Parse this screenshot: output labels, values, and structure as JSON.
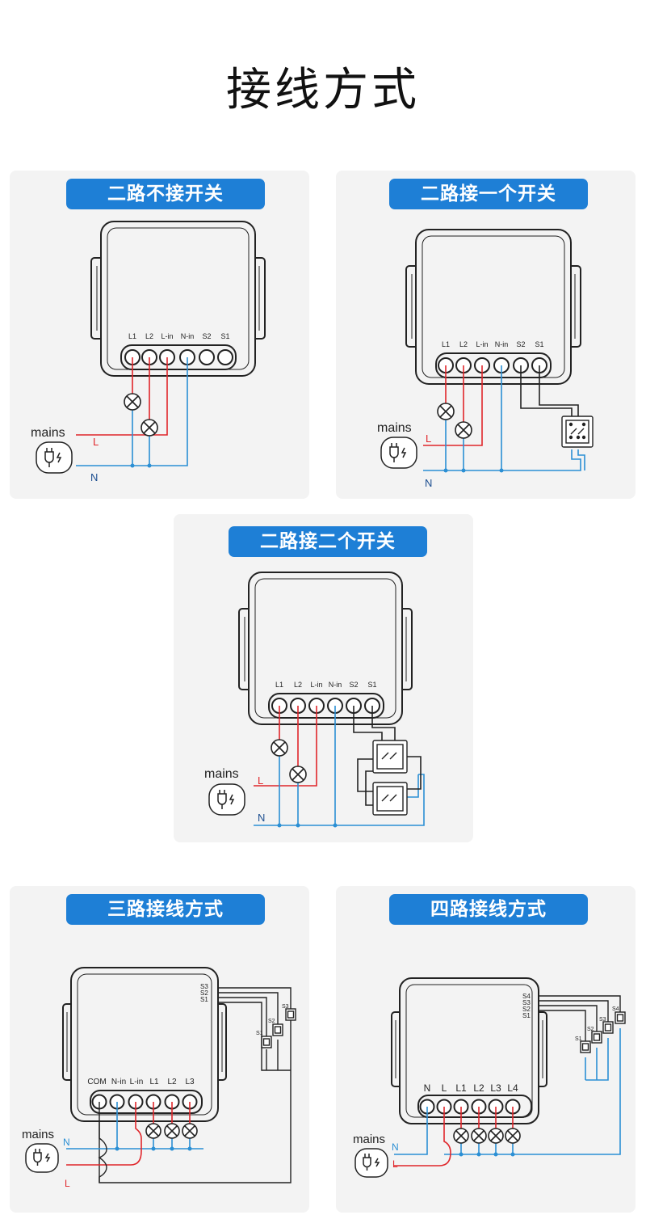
{
  "page_title": "接线方式",
  "panels": [
    {
      "title": "二路不接开关",
      "terminals": [
        "L1",
        "L2",
        "L-in",
        "N-in",
        "S2",
        "S1"
      ],
      "mains_label": "mains",
      "live_label": "L",
      "neutral_label": "N"
    },
    {
      "title": "二路接一个开关",
      "terminals": [
        "L1",
        "L2",
        "L-in",
        "N-in",
        "S2",
        "S1"
      ],
      "mains_label": "mains",
      "live_label": "L",
      "neutral_label": "N"
    },
    {
      "title": "二路接二个开关",
      "terminals": [
        "L1",
        "L2",
        "L-in",
        "N-in",
        "S2",
        "S1"
      ],
      "mains_label": "mains",
      "live_label": "L",
      "neutral_label": "N"
    },
    {
      "title": "三路接线方式",
      "terminals": [
        "COM",
        "N-in",
        "L-in",
        "L1",
        "L2",
        "L3"
      ],
      "switch_labels": [
        "S3",
        "S2",
        "S1"
      ],
      "mains_label": "mains",
      "live_label": "L",
      "neutral_label": "N"
    },
    {
      "title": "四路接线方式",
      "terminals": [
        "N",
        "L",
        "L1",
        "L2",
        "L3",
        "L4"
      ],
      "switch_labels": [
        "S4",
        "S3",
        "S2",
        "S1"
      ],
      "mains_label": "mains",
      "live_label": "L",
      "neutral_label": "N"
    }
  ],
  "colors": {
    "live": "#e0262b",
    "neutral": "#2b8fd4",
    "wire": "#222222",
    "badge": "#1e7fd6",
    "neutral_label": "#1a4d8f"
  }
}
